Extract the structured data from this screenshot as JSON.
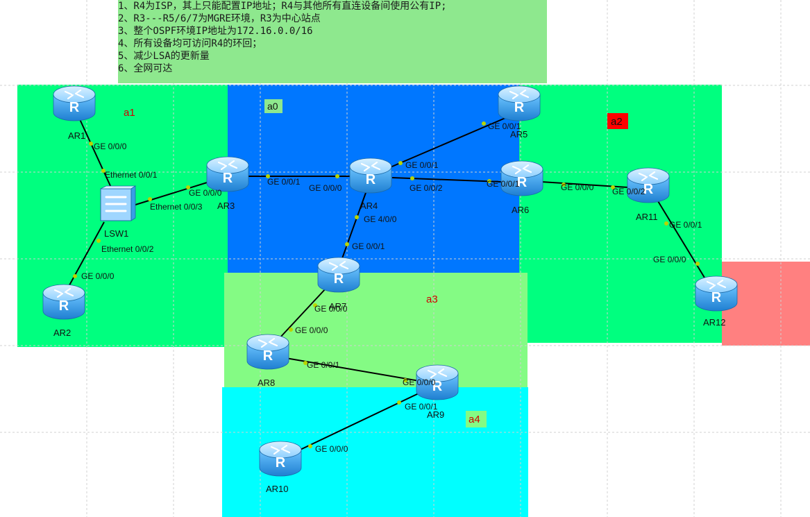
{
  "notes": [
    "1、R4为ISP，其上只能配置IP地址；R4与其他所有直连设备间使用公有IP;",
    "2、R3---R5/6/7为MGRE环境，R3为中心站点",
    "3、整个OSPF环境IP地址为172.16.0.0/16",
    "4、所有设备均可访问R4的环回；",
    "5、减少LSA的更新量",
    "6、全网可达"
  ],
  "areas": {
    "a0": "a0",
    "a1": "a1",
    "a2": "a2",
    "a3": "a3",
    "a4": "a4"
  },
  "devices": {
    "ar1": "AR1",
    "ar2": "AR2",
    "ar3": "AR3",
    "ar4": "AR4",
    "ar5": "AR5",
    "ar6": "AR6",
    "ar7": "AR7",
    "ar8": "AR8",
    "ar9": "AR9",
    "ar10": "AR10",
    "ar11": "AR11",
    "ar12": "AR12",
    "lsw1": "LSW1"
  },
  "interfaces": {
    "ar1_ge000": "GE 0/0/0",
    "lsw1_eth001": "Ethernet 0/0/1",
    "lsw1_eth003": "Ethernet 0/0/3",
    "lsw1_eth002": "Ethernet 0/0/2",
    "ar2_ge000": "GE 0/0/0",
    "ar3_ge000": "GE 0/0/0",
    "ar3_ge001": "GE 0/0/1",
    "ar4_ge000": "GE 0/0/0",
    "ar4_ge001": "GE 0/0/1",
    "ar4_ge002": "GE 0/0/2",
    "ar4_ge400": "GE 4/0/0",
    "ar5_ge001": "GE 0/0/1",
    "ar6_ge001": "GE 0/0/1",
    "ar6_ge000": "GE 0/0/0",
    "ar11_ge002": "GE 0/0/2",
    "ar11_ge001": "GE 0/0/1",
    "ar12_ge000": "GE 0/0/0",
    "ar7_ge001": "GE 0/0/1",
    "ar7_ge000": "GE 0/0/0",
    "ar8_ge000": "GE 0/0/0",
    "ar8_ge001": "GE 0/0/1",
    "ar9_ge000": "GE 0/0/0",
    "ar9_ge001": "GE 0/0/1",
    "ar10_ge000": "GE 0/0/0"
  },
  "colors": {
    "area_a0": "#0077ff",
    "area_a1": "#00ff7f",
    "area_a2": "#00ff7f",
    "area_a3": "#84fb84",
    "area_a4": "#00ffff",
    "area_extra": "#ff8080",
    "notes_bg": "#8ee88e",
    "router_body": "#3a9ee6",
    "link": "#000000",
    "port_dot": "#b8d400"
  },
  "icons": {
    "router": "router-icon",
    "switch": "switch-icon"
  }
}
